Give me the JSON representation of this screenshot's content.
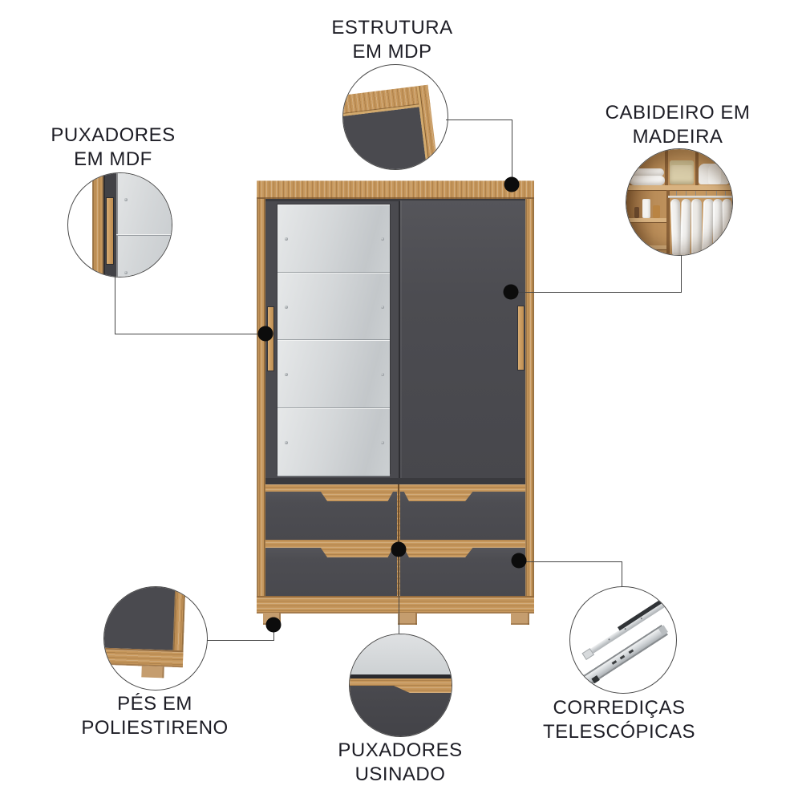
{
  "page": {
    "type": "product-feature-callout-diagram",
    "product": "wardrobe with two sliding doors (one mirrored), four drawers and wooden feet",
    "background": "#ffffff"
  },
  "labels": {
    "estrutura": {
      "line1": "ESTRUTURA",
      "line2": "EM MDP"
    },
    "cabideiro": {
      "line1": "CABIDEIRO EM",
      "line2": "MADEIRA"
    },
    "puxadores_mdf": {
      "line1": "PUXADORES",
      "line2": "EM MDF"
    },
    "pes": {
      "line1": "PÉS EM",
      "line2": "POLIESTIRENO"
    },
    "puxadores_usinado": {
      "line1": "PUXADORES",
      "line2": "USINADO"
    },
    "corredicas": {
      "line1": "CORREDIÇAS",
      "line2": "TELESCÓPICAS"
    }
  },
  "colors": {
    "wood": "#c6975c",
    "wood_light": "#d8ac72",
    "wood_dark": "#8a6233",
    "panel_gray": "#4a4a4f",
    "drawer_gray": "#515156",
    "mirror_light": "#e4e6e7",
    "mirror_dark": "#c2c6c9",
    "text": "#1d1d25",
    "connector": "#454545",
    "dot": "#0c0c0c"
  },
  "icons": {
    "callout_dot": "filled-black-circle-marker",
    "callout_circle": "zoom-detail-circle"
  }
}
